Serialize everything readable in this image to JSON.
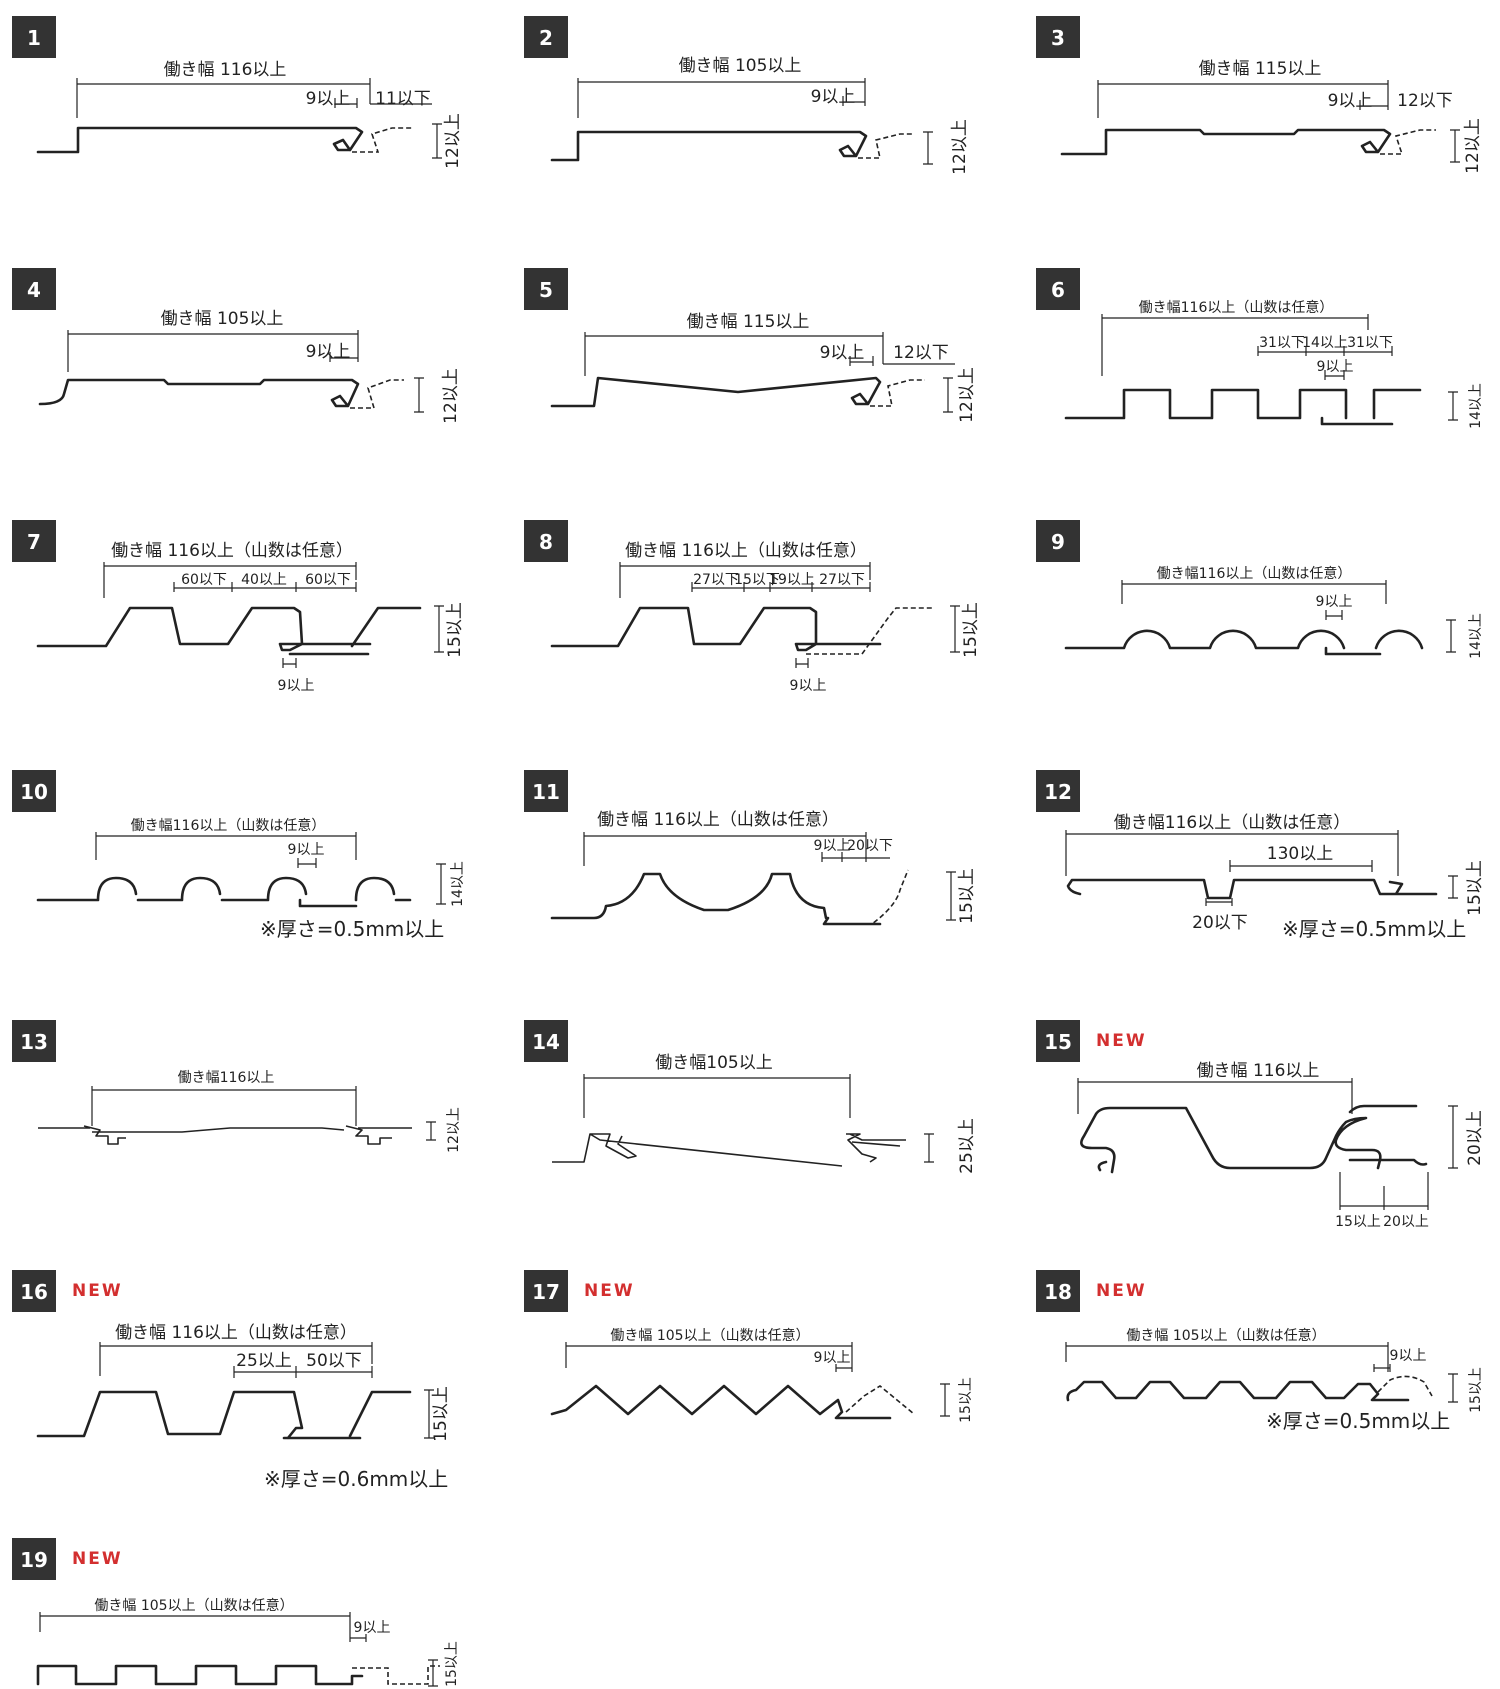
{
  "panels": [
    {
      "id": "1",
      "is_new": false,
      "labels": {
        "width": "働き幅 116以上",
        "overlap": "9以上",
        "gap": "11以下",
        "height": "12以上"
      }
    },
    {
      "id": "2",
      "is_new": false,
      "labels": {
        "width": "働き幅 105以上",
        "overlap": "9以上",
        "height": "12以上"
      }
    },
    {
      "id": "3",
      "is_new": false,
      "labels": {
        "width": "働き幅 115以上",
        "overlap": "9以上",
        "gap": "12以下",
        "height": "12以上"
      }
    },
    {
      "id": "4",
      "is_new": false,
      "labels": {
        "width": "働き幅 105以上",
        "overlap": "9以上",
        "height": "12以上"
      }
    },
    {
      "id": "5",
      "is_new": false,
      "labels": {
        "width": "働き幅 115以上",
        "overlap": "9以上",
        "gap": "12以下",
        "height": "12以上"
      }
    },
    {
      "id": "6",
      "is_new": false,
      "labels": {
        "width": "働き幅116以上（山数は任意）",
        "a": "31以下",
        "b": "14以上",
        "c": "31以下",
        "overlap": "9以上",
        "height": "14以上"
      }
    },
    {
      "id": "7",
      "is_new": false,
      "labels": {
        "width": "働き幅 116以上（山数は任意）",
        "a": "60以下",
        "b": "40以上",
        "c": "60以下",
        "overlap": "9以上",
        "height": "15以上"
      }
    },
    {
      "id": "8",
      "is_new": false,
      "labels": {
        "width": "働き幅 116以上（山数は任意）",
        "a": "27以下",
        "b": "15以下",
        "c": "19以上",
        "d": "27以下",
        "overlap": "9以上",
        "height": "15以上"
      }
    },
    {
      "id": "9",
      "is_new": false,
      "labels": {
        "width": "働き幅116以上（山数は任意）",
        "overlap": "9以上",
        "height": "14以上"
      }
    },
    {
      "id": "10",
      "is_new": false,
      "labels": {
        "width": "働き幅116以上（山数は任意）",
        "overlap": "9以上",
        "height": "14以上",
        "note": "※厚さ=0.5mm以上"
      }
    },
    {
      "id": "11",
      "is_new": false,
      "labels": {
        "width": "働き幅 116以上（山数は任意）",
        "overlap": "9以上",
        "gap": "20以下",
        "height": "15以上"
      }
    },
    {
      "id": "12",
      "is_new": false,
      "labels": {
        "width": "働き幅116以上（山数は任意）",
        "mid": "130以上",
        "bottom": "20以下",
        "height": "15以上",
        "note": "※厚さ=0.5mm以上"
      }
    },
    {
      "id": "13",
      "is_new": false,
      "labels": {
        "width": "働き幅116以上",
        "height": "12以上"
      }
    },
    {
      "id": "14",
      "is_new": false,
      "labels": {
        "width": "働き幅105以上",
        "height": "25以上"
      }
    },
    {
      "id": "15",
      "is_new": true,
      "labels": {
        "width": "働き幅 116以上",
        "a": "15以上",
        "b": "20以上",
        "height": "20以上"
      }
    },
    {
      "id": "16",
      "is_new": true,
      "labels": {
        "width": "働き幅 116以上（山数は任意）",
        "a": "25以上",
        "b": "50以下",
        "height": "15以上",
        "note": "※厚さ=0.6mm以上"
      }
    },
    {
      "id": "17",
      "is_new": true,
      "labels": {
        "width": "働き幅 105以上（山数は任意）",
        "overlap": "9以上",
        "height": "15以上"
      }
    },
    {
      "id": "18",
      "is_new": true,
      "labels": {
        "width": "働き幅 105以上（山数は任意）",
        "overlap": "9以上",
        "height": "15以上",
        "note": "※厚さ=0.5mm以上"
      }
    },
    {
      "id": "19",
      "is_new": true,
      "labels": {
        "width": "働き幅 105以上（山数は任意）",
        "overlap": "9以上",
        "height": "15以上"
      }
    }
  ],
  "new_label": "NEW",
  "colors": {
    "badge": "#333333",
    "new": "#d32f2f",
    "line": "#222222"
  }
}
